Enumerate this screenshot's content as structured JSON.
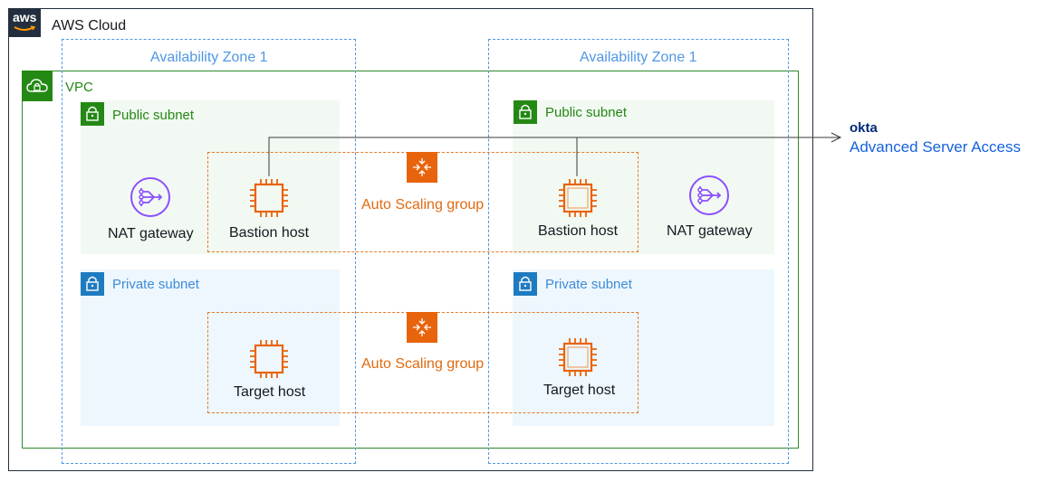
{
  "cloud": {
    "label": "AWS Cloud",
    "logo_text": "aws"
  },
  "zones": [
    {
      "label": "Availability Zone 1"
    },
    {
      "label": "Availability Zone 1"
    }
  ],
  "vpc": {
    "label": "VPC"
  },
  "subnets": {
    "public_left": {
      "label": "Public subnet"
    },
    "public_right": {
      "label": "Public subnet"
    },
    "private_left": {
      "label": "Private subnet"
    },
    "private_right": {
      "label": "Private subnet"
    }
  },
  "groups": {
    "bastion_asg": {
      "label": "Auto Scaling group"
    },
    "target_asg": {
      "label": "Auto Scaling group"
    }
  },
  "nodes": {
    "nat_left": {
      "label": "NAT gateway"
    },
    "nat_right": {
      "label": "NAT gateway"
    },
    "bastion_left": {
      "label": "Bastion host"
    },
    "bastion_right": {
      "label": "Bastion host"
    },
    "target_left": {
      "label": "Target host"
    },
    "target_right": {
      "label": "Target host"
    }
  },
  "external": {
    "brand": "okta",
    "service": "Advanced Server Access"
  },
  "colors": {
    "cloud_border": "#232f3e",
    "az_border": "#4f97e5",
    "vpc_green": "#248814",
    "private_blue": "#1f7bc0",
    "asg_orange": "#e87a24",
    "nat_purple": "#8c4fff",
    "okta_navy": "#00297a",
    "okta_blue": "#1662dd"
  },
  "icons": {
    "cloud_logo": "aws-logo",
    "vpc": "cloud-lock-icon",
    "public_subnet": "lock-icon",
    "private_subnet": "lock-icon",
    "asg": "auto-scaling-icon",
    "nat": "nat-gateway-icon",
    "host": "ec2-instance-icon"
  }
}
